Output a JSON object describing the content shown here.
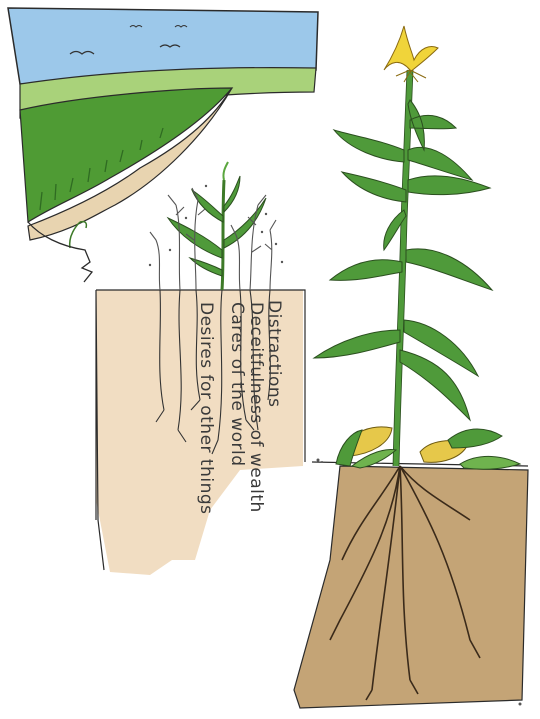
{
  "illustration": {
    "labels": [
      "Distractions",
      "Deceitfulness of wealth",
      "Cares of the world",
      "Desires for other things"
    ],
    "colors": {
      "sky": "#9cc8ea",
      "hill_light": "#a9d27a",
      "hill_dark": "#4f9b34",
      "path_sand": "#e8d4b0",
      "soil_light": "#f1ddc2",
      "soil_dark": "#c4a476",
      "leaf": "#4f9a3a",
      "tassel": "#f0d43a",
      "corn_ear": "#e6c84a",
      "outline": "#2b2b2b"
    }
  }
}
